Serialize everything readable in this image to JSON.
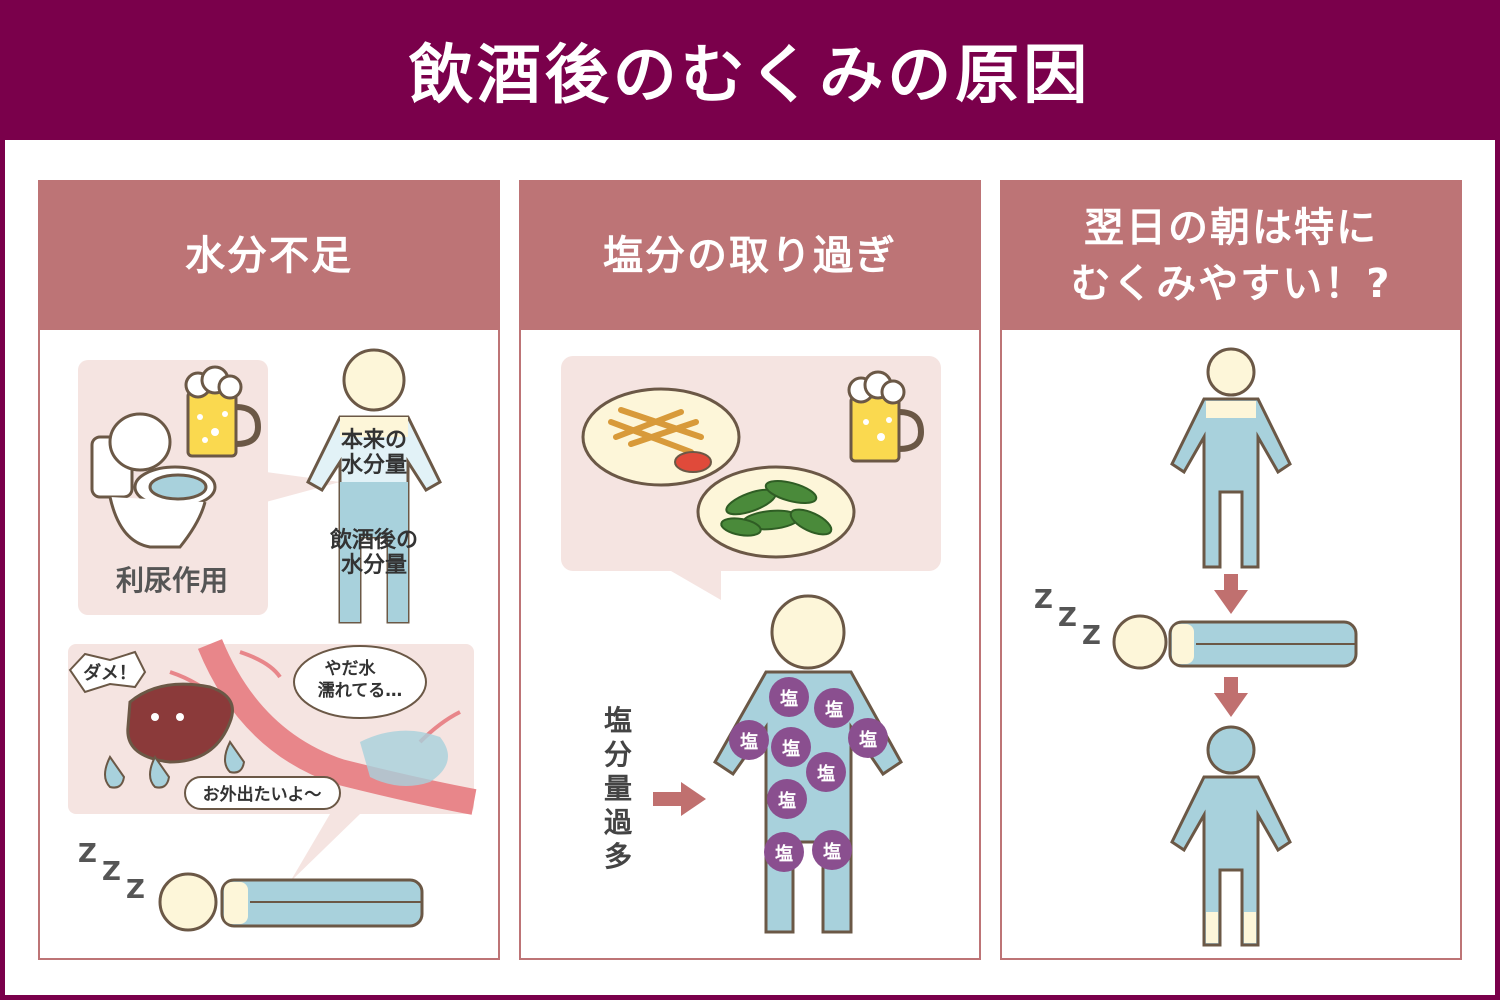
{
  "title": "飲酒後のむくみの原因",
  "panels": [
    {
      "title": "水分不足",
      "diuretic_label": "利尿作用",
      "original_water_label_line1": "本来の",
      "original_water_label_line2": "水分量",
      "after_drink_label_line1": "飲酒後の",
      "after_drink_label_line2": "水分量",
      "speech_dame": "ダメ！",
      "speech_water_line1": "やだ水",
      "speech_water_line2": "濡れてる…",
      "speech_out": "お外出たいよ〜",
      "sleep_z": "Z"
    },
    {
      "title": "塩分の取り過ぎ",
      "salt_char": "塩",
      "salt_excess_label": "塩分量過多",
      "salt_excess_chars": [
        "塩",
        "分",
        "量",
        "過",
        "多"
      ]
    },
    {
      "title_line1": "翌日の朝は特に",
      "title_line2": "むくみやすい！?",
      "sleep_z": "Z"
    }
  ],
  "colors": {
    "background": "#7a004b",
    "panel_header": "#bd7476",
    "body_blue": "#a8d1dc",
    "skin": "#fdf6d9",
    "outline": "#6b5846",
    "salt_purple": "#8a4f8f",
    "light_pink": "#f5e4e1",
    "arrow": "#c0706f"
  }
}
